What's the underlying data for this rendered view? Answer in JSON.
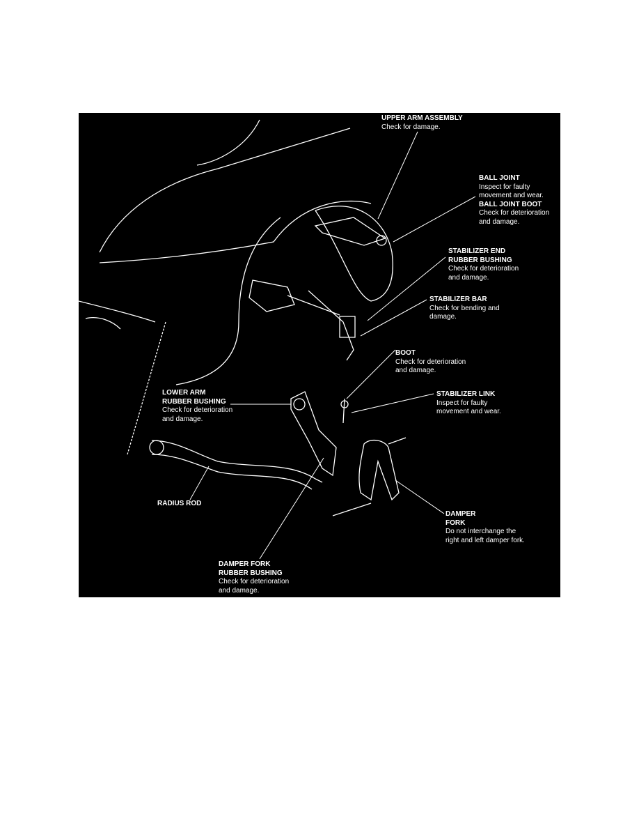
{
  "diagram": {
    "background_color": "#000000",
    "line_color": "#ffffff",
    "labels": {
      "upper_arm": {
        "title": "UPPER ARM ASSEMBLY",
        "desc1": "Check for damage."
      },
      "ball_joint": {
        "title": "BALL JOINT",
        "desc1": "Inspect for faulty",
        "desc2": "movement and wear.",
        "title2": "BALL JOINT BOOT",
        "desc3": "Check for deterioration",
        "desc4": "and damage."
      },
      "stab_end": {
        "title1": "STABILIZER END",
        "title2": "RUBBER BUSHING",
        "desc1": "Check for deterioration",
        "desc2": "and damage."
      },
      "stab_bar": {
        "title": "STABILIZER BAR",
        "desc1": "Check for bending and",
        "desc2": "damage."
      },
      "boot": {
        "title": "BOOT",
        "desc1": "Check for deterioration",
        "desc2": "and damage."
      },
      "stab_link": {
        "title": "STABILIZER LINK",
        "desc1": "Inspect for faulty",
        "desc2": "movement and wear."
      },
      "lower_arm": {
        "title1": "LOWER ARM",
        "title2": "RUBBER BUSHING",
        "desc1": "Check for deterioration",
        "desc2": "and damage."
      },
      "radius_rod": {
        "title": "RADIUS ROD"
      },
      "damper_fork": {
        "title1": "DAMPER",
        "title2": "FORK",
        "desc1": "Do not interchange the",
        "desc2": "right and left damper fork."
      },
      "damper_bushing": {
        "title1": "DAMPER FORK",
        "title2": "RUBBER BUSHING",
        "desc1": "Check for deterioration",
        "desc2": "and damage."
      }
    }
  }
}
